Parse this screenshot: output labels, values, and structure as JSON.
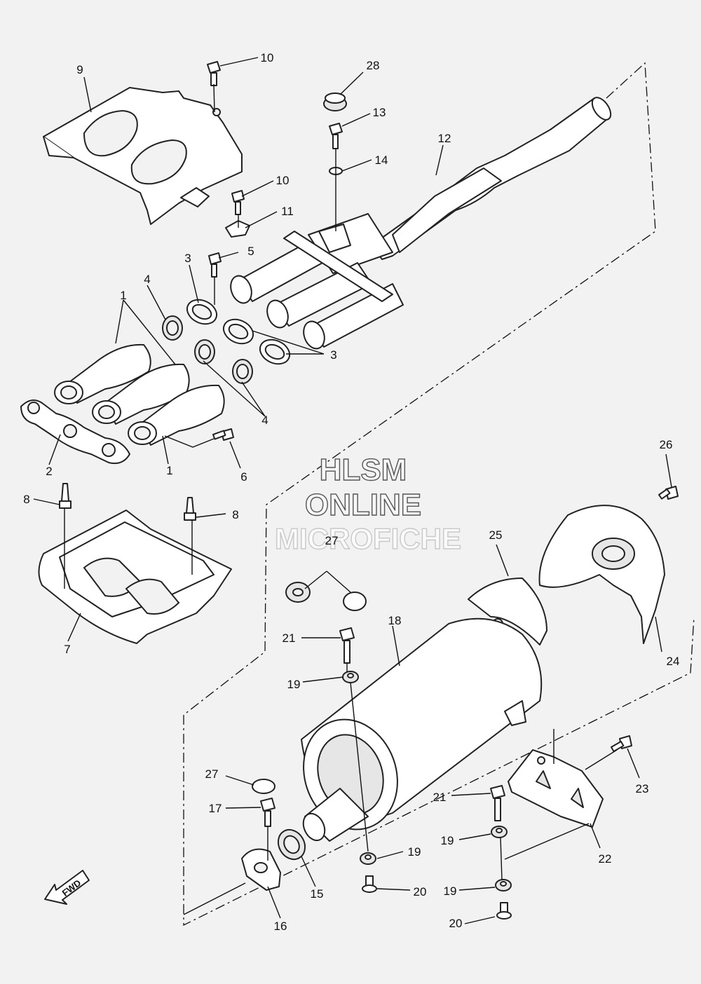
{
  "watermark": {
    "line1": "HLSM",
    "line2": "ONLINE",
    "line3": "MICROFICHE"
  },
  "fwd_label": "FWD",
  "callouts": {
    "c1a": "1",
    "c1b": "1",
    "c2": "2",
    "c3a": "3",
    "c3b": "3",
    "c4a": "4",
    "c4b": "4",
    "c5": "5",
    "c6": "6",
    "c7": "7",
    "c8a": "8",
    "c8b": "8",
    "c9": "9",
    "c10a": "10",
    "c10b": "10",
    "c11": "11",
    "c12": "12",
    "c13": "13",
    "c14": "14",
    "c15": "15",
    "c16": "16",
    "c17": "17",
    "c18": "18",
    "c19a": "19",
    "c19b": "19",
    "c19c": "19",
    "c19d": "19",
    "c20a": "20",
    "c20b": "20",
    "c21a": "21",
    "c21b": "21",
    "c22": "22",
    "c23": "23",
    "c24": "24",
    "c25": "25",
    "c26": "26",
    "c27a": "27",
    "c27b": "27",
    "c28": "28"
  }
}
